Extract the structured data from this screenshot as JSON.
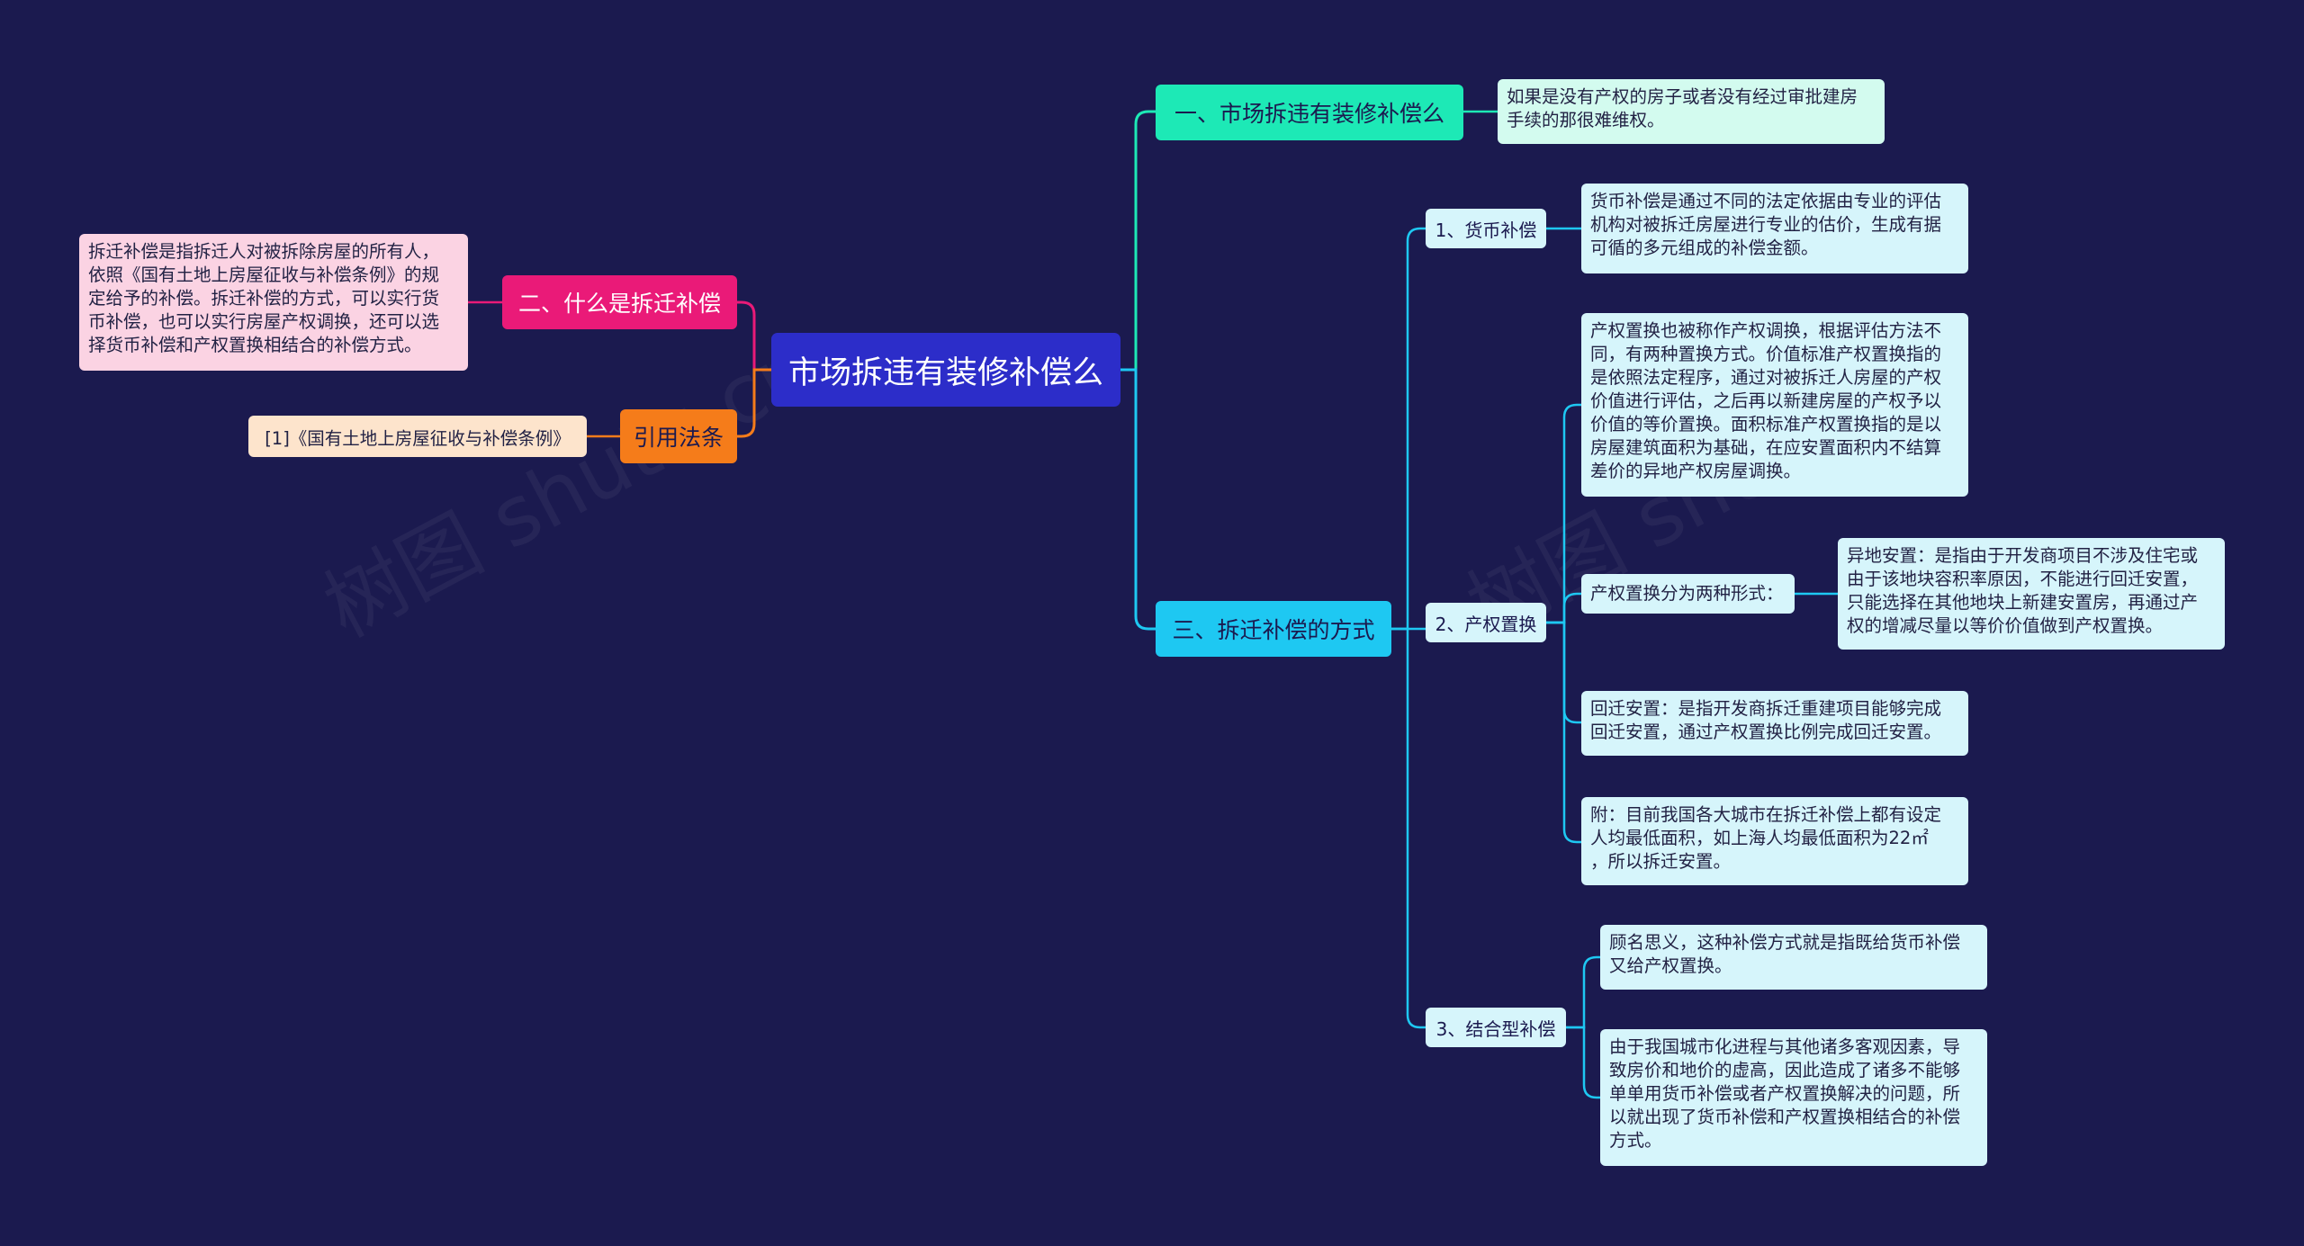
{
  "root": {
    "label": "市场拆违有装修补偿么"
  },
  "branch1": {
    "label": "一、市场拆违有装修补偿么",
    "note": "如果是没有产权的房子或者没有经过审批建房\n手续的那很难维权。"
  },
  "branch2": {
    "label": "二、什么是拆迁补偿",
    "note": "拆迁补偿是指拆迁人对被拆除房屋的所有人，\n依照《国有土地上房屋征收与补偿条例》的规\n定给予的补偿。拆迁补偿的方式，可以实行货\n币补偿，也可以实行房屋产权调换，还可以选\n择货币补偿和产权置换相结合的补偿方式。"
  },
  "branch_ref": {
    "label": "引用法条",
    "note": "[1]《国有土地上房屋征收与补偿条例》"
  },
  "branch3": {
    "label": "三、拆迁补偿的方式",
    "sub1": {
      "label": "1、货币补偿",
      "note": "货币补偿是通过不同的法定依据由专业的评估\n机构对被拆迁房屋进行专业的估价，生成有据\n可循的多元组成的补偿金额。"
    },
    "sub2": {
      "label": "2、产权置换",
      "note_a": "产权置换也被称作产权调换，根据评估方法不\n同，有两种置换方式。价值标准产权置换指的\n是依照法定程序，通过对被拆迁人房屋的产权\n价值进行评估，之后再以新建房屋的产权予以\n价值的等价置换。面积标准产权置换指的是以\n房屋建筑面积为基础，在应安置面积内不结算\n差价的异地产权房屋调换。",
      "forms_label": "产权置换分为两种形式：",
      "forms_note": "异地安置：是指由于开发商项目不涉及住宅或\n由于该地块容积率原因，不能进行回迁安置，\n只能选择在其他地块上新建安置房，再通过产\n权的增减尽量以等价价值做到产权置换。",
      "note_c": "回迁安置：是指开发商拆迁重建项目能够完成\n回迁安置，通过产权置换比例完成回迁安置。",
      "note_d": "附：目前我国各大城市在拆迁补偿上都有设定\n人均最低面积，如上海人均最低面积为22㎡\n，所以拆迁安置。"
    },
    "sub3": {
      "label": "3、结合型补偿",
      "note_a": "顾名思义，这种补偿方式就是指既给货币补偿\n又给产权置换。",
      "note_b": "由于我国城市化进程与其他诸多客观因素，导\n致房价和地价的虚高，因此造成了诸多不能够\n单单用货币补偿或者产权置换解决的问题，所\n以就出现了货币补偿和产权置换相结合的补偿\n方式。"
    }
  },
  "colors": {
    "background": "#1b1a4f",
    "root": "#2c2dc9",
    "teal": "#1de9b6",
    "cyan": "#1ec8f2",
    "pink": "#ea1a78",
    "orange": "#f57c1a"
  }
}
